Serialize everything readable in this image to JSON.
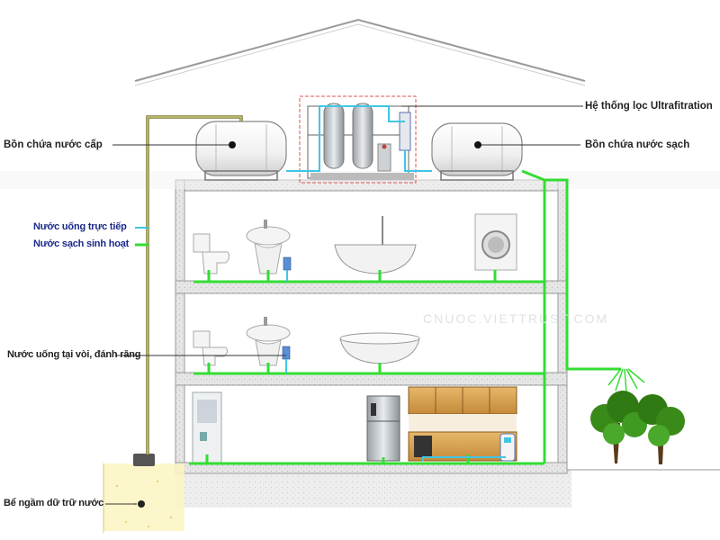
{
  "labels": {
    "ultrafiltration": "Hệ thống lọc Ultrafitration",
    "feed_tank": "Bồn chứa nước cấp",
    "clean_tank": "Bồn chứa nước sạch",
    "direct_drinking": "Nước uống trực tiếp",
    "domestic_clean": "Nước sạch sinh hoạt",
    "tap_drinking": "Nước uống tại vòi, đánh răng",
    "underground_tank": "Bể ngầm dữ trữ nước"
  },
  "watermark": "CNUOC.VIETTRUST.COM",
  "colors": {
    "direct_drinking_line": "#3fc6e6",
    "domestic_line": "#33dd33",
    "feed_line": "#9a9a3a",
    "wall": "#d8d8d8",
    "filter_box": "#e05050"
  }
}
